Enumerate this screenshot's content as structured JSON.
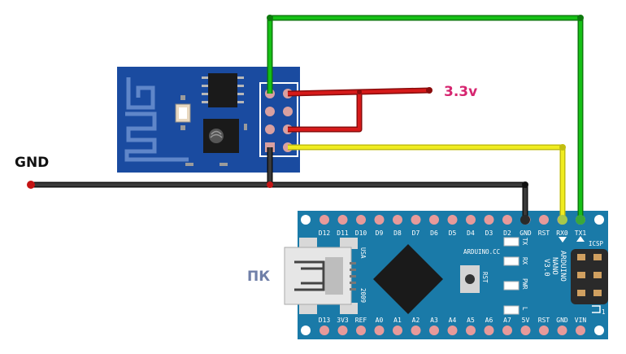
{
  "labels": {
    "gnd": "GND",
    "v33": "3.3v",
    "pc": "ПК"
  },
  "nano": {
    "top_pins": [
      "D12",
      "D11",
      "D10",
      "D9",
      "D8",
      "D7",
      "D6",
      "D5",
      "D4",
      "D3",
      "D2",
      "GND",
      "RST",
      "RX0",
      "TX1"
    ],
    "bottom_pins": [
      "D13",
      "3V3",
      "REF",
      "A0",
      "A1",
      "A2",
      "A3",
      "A4",
      "A5",
      "A6",
      "A7",
      "5V",
      "RST",
      "GND",
      "VIN"
    ],
    "brand": "ARDUINO.CC",
    "model_lines": [
      "ARDUINO",
      "NANO",
      "V3.0"
    ],
    "usa": "USA",
    "year": "2009",
    "icsp": "ICSP",
    "rst": "RST",
    "led_labels": [
      "TX",
      "RX",
      "PWR",
      "L"
    ],
    "icsp_one": "1"
  },
  "colors": {
    "esp_board": "#1a4ba0",
    "nano_board": "#1a7aa8",
    "wire_green": "#16a316",
    "wire_yellow": "#e8e41a",
    "wire_red": "#c41414",
    "wire_black": "#222222",
    "label_red": "#d62670",
    "label_pc": "#6f7fa8"
  }
}
